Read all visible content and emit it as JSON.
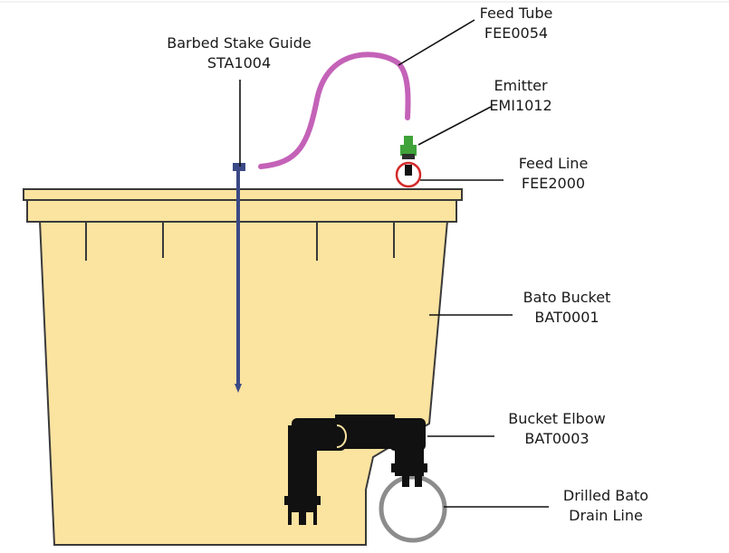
{
  "labels": {
    "stake_guide": {
      "name": "Barbed Stake Guide",
      "code": "STA1004"
    },
    "feed_tube": {
      "name": "Feed Tube",
      "code": "FEE0054"
    },
    "emitter": {
      "name": "Emitter",
      "code": "EMI1012"
    },
    "feed_line": {
      "name": "Feed Line",
      "code": "FEE2000"
    },
    "bucket": {
      "name": "Bato Bucket",
      "code": "BAT0001"
    },
    "elbow": {
      "name": "Bucket Elbow",
      "code": "BAT0003"
    },
    "drain": {
      "name": "Drilled Bato",
      "code": "Drain Line"
    }
  },
  "colors": {
    "bucket_fill": "#fbe3a0",
    "bucket_stroke": "#3a3a3a",
    "feed_tube": "#c462b8",
    "stake": "#3b4a86",
    "emitter": "#3fa33a",
    "feed_line_highlight": "#d42a2a",
    "elbow": "#111111",
    "drain_line": "#8c8c8c"
  }
}
